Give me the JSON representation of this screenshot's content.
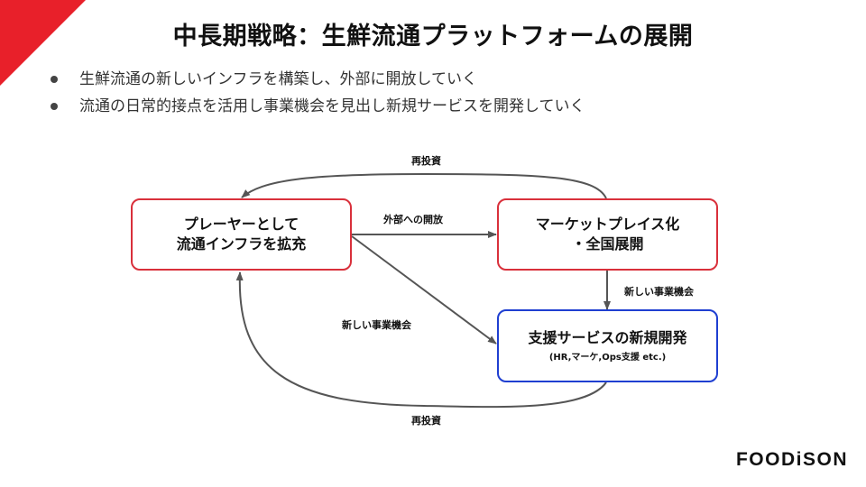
{
  "title": "中長期戦略：生鮮流通プラットフォームの展開",
  "bullets": [
    "生鮮流通の新しいインフラを構築し、外部に開放していく",
    "流通の日常的接点を活用し事業機会を見出し新規サービスを開発していく"
  ],
  "nodes": {
    "player": {
      "line1": "プレーヤーとして",
      "line2": "流通インフラを拡充"
    },
    "market": {
      "line1": "マーケットプレイス化",
      "line2": "・全国展開"
    },
    "support": {
      "line1": "支援サービスの新規開発",
      "sub": "(HR,マーケ,Ops支援 etc.)"
    }
  },
  "edges": {
    "reinvest_top": "再投資",
    "open_external": "外部への開放",
    "new_business_right": "新しい事業機会",
    "new_business_center": "新しい事業機会",
    "reinvest_bottom": "再投資"
  },
  "logo": "FOODiSON",
  "colors": {
    "accent_red": "#e8202a",
    "border_red": "#d9303b",
    "border_blue": "#1f3fd1",
    "arrow": "#555555"
  }
}
